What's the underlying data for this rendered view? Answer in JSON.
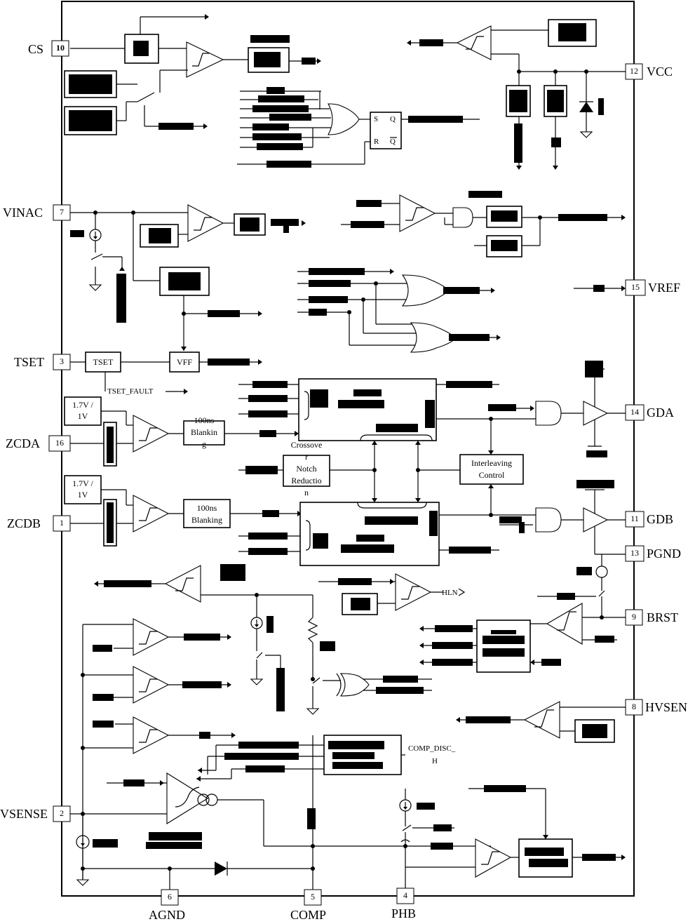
{
  "pins": {
    "cs": {
      "num": "10",
      "label": "CS"
    },
    "vcc": {
      "num": "12",
      "label": "VCC"
    },
    "vinac": {
      "num": "7",
      "label": "VINAC"
    },
    "vref": {
      "num": "15",
      "label": "VREF"
    },
    "tset": {
      "num": "3",
      "label": "TSET"
    },
    "gda": {
      "num": "14",
      "label": "GDA"
    },
    "zcda": {
      "num": "16",
      "label": "ZCDA"
    },
    "gdb": {
      "num": "11",
      "label": "GDB"
    },
    "zcdb": {
      "num": "1",
      "label": "ZCDB"
    },
    "pgnd": {
      "num": "13",
      "label": "PGND"
    },
    "brst": {
      "num": "9",
      "label": "BRST"
    },
    "hvsen": {
      "num": "8",
      "label": "HVSEN"
    },
    "vsense": {
      "num": "2",
      "label": "VSENSE"
    },
    "agnd": {
      "num": "6",
      "label": "AGND"
    },
    "comp": {
      "num": "5",
      "label": "COMP"
    },
    "phb": {
      "num": "4",
      "label": "PHB"
    }
  },
  "blocks": {
    "tset_box": "TSET",
    "vff_box": "VFF",
    "tset_fault": "TSET_FAULT",
    "zcda_ref": [
      "1.7V /",
      "1V"
    ],
    "zcdb_ref": [
      "1.7V /",
      "1V"
    ],
    "blank_a": [
      "100ns",
      "Blankin",
      "g"
    ],
    "blank_b": [
      "100ns",
      "Blanking"
    ],
    "notch": [
      "Crossove",
      "r",
      "Notch",
      "Reductio",
      "n"
    ],
    "interleave": [
      "Interleaving",
      "Control"
    ],
    "hln": "HLN",
    "comp_disc": [
      "COMP_DISC_",
      "H"
    ],
    "sr_s": "S",
    "sr_r": "R",
    "sr_q": "Q",
    "sr_qb": "Q"
  }
}
